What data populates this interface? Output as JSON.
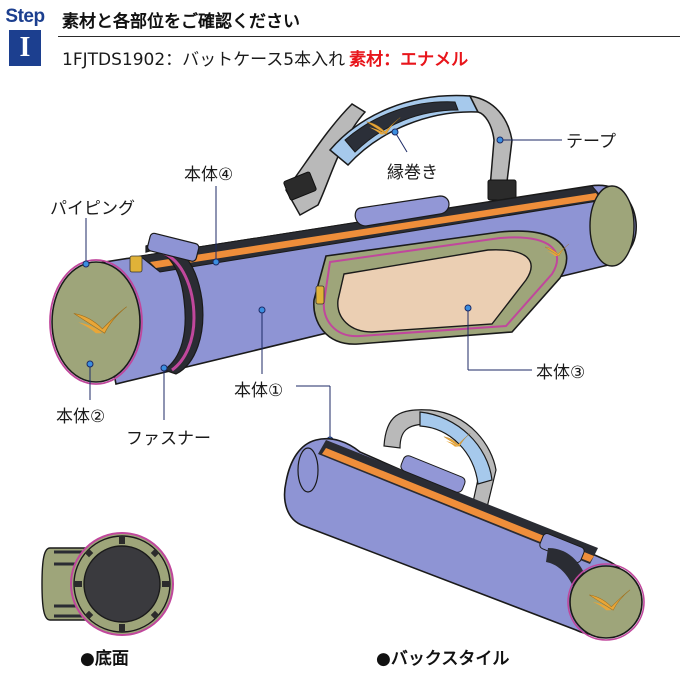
{
  "step": {
    "word": "Step",
    "numeral": "I"
  },
  "header": {
    "title": "素材と各部位をご確認ください"
  },
  "product": {
    "code_text": "1FJTDS1902：バットケース5本入れ",
    "material_label": "素材：エナメル"
  },
  "callouts": {
    "tape": "テープ",
    "binding": "縁巻き",
    "body4": "本体④",
    "piping": "パイピング",
    "body3": "本体③",
    "body1": "本体①",
    "body2": "本体②",
    "zipper": "ファスナー"
  },
  "captions": {
    "bottom": "●底面",
    "back": "●バックスタイル"
  },
  "colors": {
    "brand": "#1c3f8f",
    "material_red": "#e8151b",
    "body_lavender": "#8e94d4",
    "end_cap_olive": "#9ea57a",
    "stripe_orange": "#ef8e3a",
    "pocket_beige": "#ebcfb3",
    "handle_light_blue": "#9fc6ec",
    "strap_gray": "#b7b7b7"
  },
  "icons": [
    "mizuno-runbird-logo",
    "step-badge"
  ]
}
